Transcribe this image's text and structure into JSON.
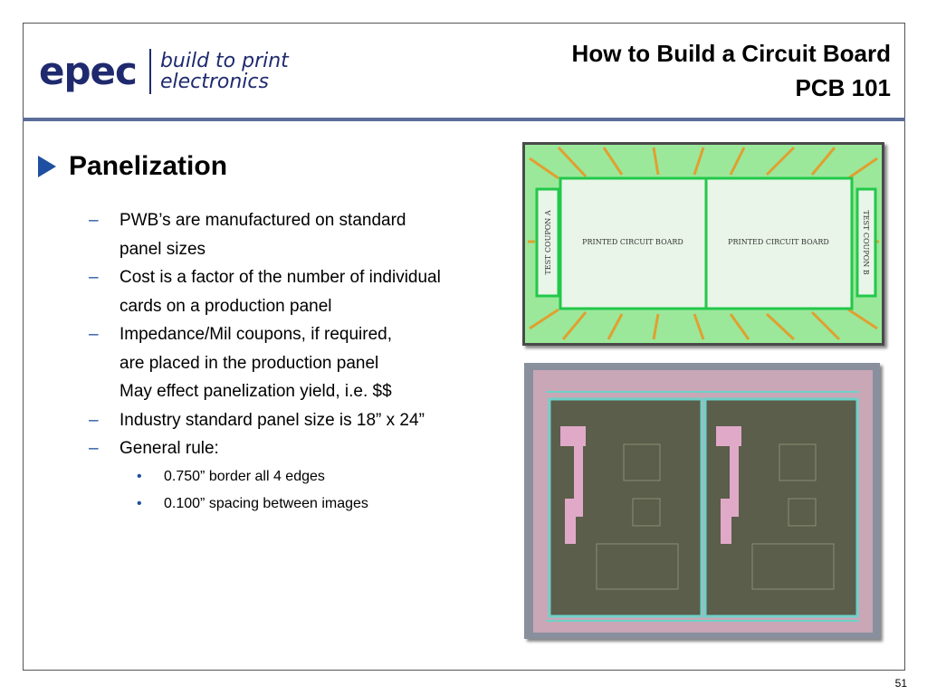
{
  "header": {
    "logo_wordmark": "epec",
    "logo_tagline_line1": "build to print",
    "logo_tagline_line2": "electronics",
    "title_line1": "How to Build a Circuit Board",
    "title_line2": "PCB 101"
  },
  "section": {
    "heading": "Panelization",
    "bullets": [
      "PWB’s are manufactured on standard",
      "panel sizes",
      "Cost is a factor of the number of individual",
      "cards on a production panel",
      "Impedance/Mil coupons, if required,",
      "are placed in the production panel",
      "May effect panelization yield, i.e. $$",
      "Industry standard panel size is 18” x 24”",
      "General rule:"
    ],
    "sub_bullets": [
      "0.750” border all 4 edges",
      "0.100” spacing between images"
    ],
    "dash_glyph": "–",
    "dot_glyph": "•"
  },
  "diagram": {
    "board_label_left": "PRINTED CIRCUIT BOARD",
    "board_label_right": "PRINTED CIRCUIT BOARD",
    "coupon_left": "TEST COUPON A",
    "coupon_right": "TEST COUPON B"
  },
  "page_number": "51",
  "colors": {
    "brand_navy": "#1f2a6e",
    "rule_blue": "#5b6e9b",
    "bullet_blue": "#1f4fa0",
    "panel_green": "#9be89b",
    "board_outline": "#22c84a"
  }
}
